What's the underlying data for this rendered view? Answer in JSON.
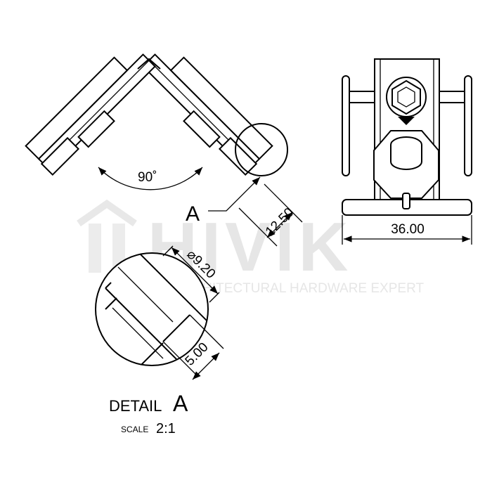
{
  "watermark": {
    "brand": "HIVIK",
    "tagline": "ARCHITECTURAL HARDWARE EXPERT"
  },
  "corner_view": {
    "angle_label": "90˚",
    "detail_ref": "A",
    "width_label": "12.50"
  },
  "side_view": {
    "width_label": "36.00"
  },
  "detail": {
    "diameter_label": "⌀9.20",
    "depth_label": "5.00",
    "title_word": "DETAIL",
    "title_letter": "A",
    "scale_word": "SCALE",
    "scale_value": "2:1"
  },
  "colors": {
    "line": "#000000",
    "watermark": "#e6e6e6"
  }
}
